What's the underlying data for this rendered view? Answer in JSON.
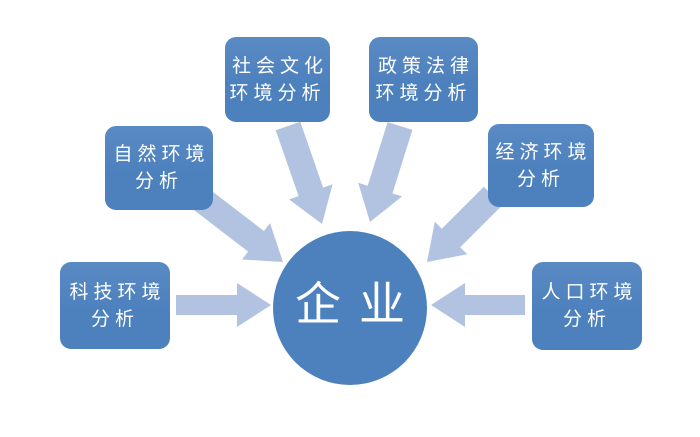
{
  "diagram": {
    "center_node": {
      "label": "企业"
    },
    "nodes": [
      {
        "id": "tech",
        "label": "科技环境\n分析"
      },
      {
        "id": "natural",
        "label": "自然环境\n分析"
      },
      {
        "id": "social",
        "label": "社会文化\n环境分析"
      },
      {
        "id": "policy",
        "label": "政策法律\n环境分析"
      },
      {
        "id": "economic",
        "label": "经济环境\n分析"
      },
      {
        "id": "population",
        "label": "人口环境\n分析"
      }
    ],
    "colors": {
      "node_fill": "#4d81bd",
      "node_fill_light": "#5a8ac4",
      "arrow_fill": "#b1c3e1",
      "label_text": "#ffffff",
      "background": "#ffffff"
    }
  }
}
